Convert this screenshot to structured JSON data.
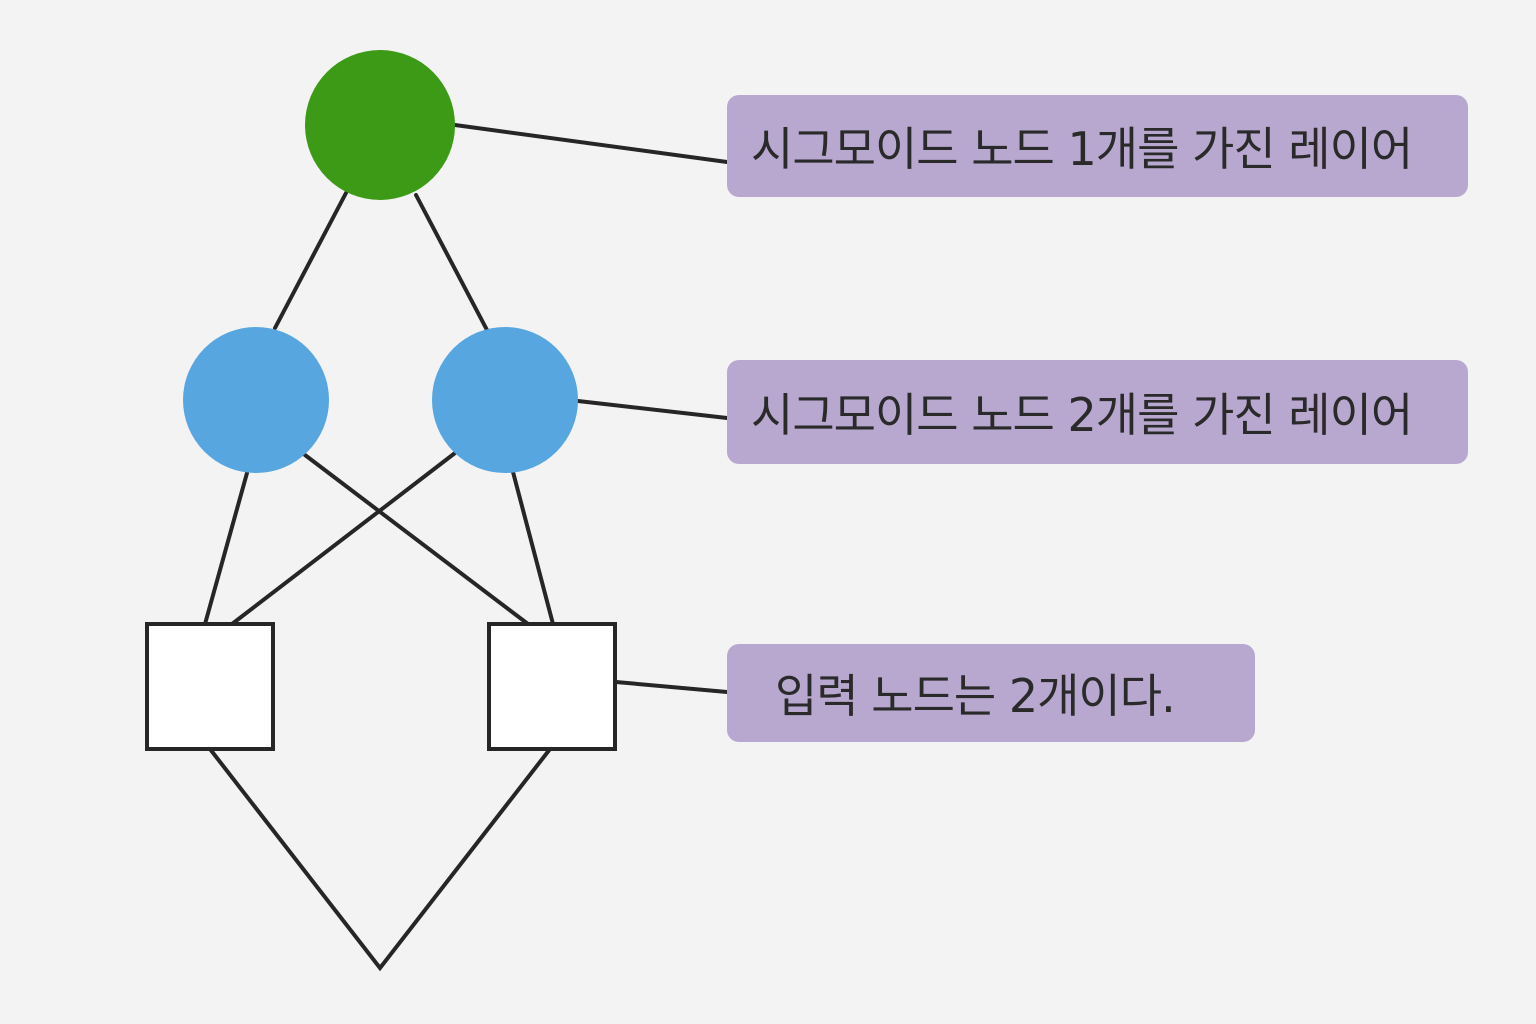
{
  "colors": {
    "background": "#f3f3f3",
    "output_node": "#3d9a17",
    "hidden_node": "#57a6df",
    "label_background": "#b8a8d0",
    "edge": "#262626",
    "input_node_fill": "#ffffff"
  },
  "labels": {
    "output_layer": "시그모이드 노드 1개를 가진 레이어",
    "hidden_layer": "시그모이드 노드 2개를 가진 레이어",
    "input_layer": "입력 노드는 2개이다."
  }
}
